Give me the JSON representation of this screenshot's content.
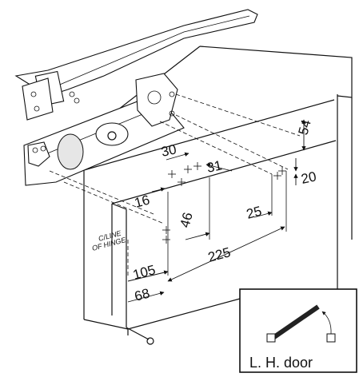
{
  "dimensions": {
    "d54": "54",
    "d30": "30",
    "d31": "31",
    "d20": "20",
    "d16": "16",
    "d46": "46",
    "d25": "25",
    "d225": "225",
    "d105": "105",
    "d68": "68"
  },
  "notes": {
    "centerline_line1": "C/LINE",
    "centerline_line2": "OF HINGE"
  },
  "inset": {
    "label": "L. H.  door"
  }
}
